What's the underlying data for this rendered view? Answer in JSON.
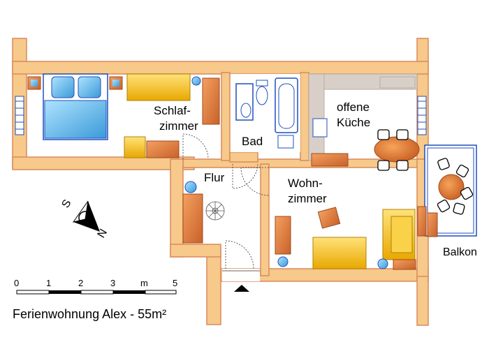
{
  "rooms": {
    "schlafzimmer_line1": "Schlaf-",
    "schlafzimmer_line2": "zimmer",
    "bad": "Bad",
    "kueche_line1": "offene",
    "kueche_line2": "Küche",
    "flur": "Flur",
    "wohnzimmer_line1": "Wohn-",
    "wohnzimmer_line2": "zimmer",
    "balkon": "Balkon"
  },
  "compass": {
    "south": "S",
    "north": "N"
  },
  "scale": {
    "ticks": [
      "0",
      "1",
      "2",
      "3",
      "m",
      "5"
    ]
  },
  "caption": "Ferienwohnung Alex - 55m²",
  "colors": {
    "wall": "#f7c98a",
    "wall_edge": "#d98a5e",
    "furniture_orange": "#e0793a",
    "furniture_yellow": "#f5c518",
    "fixture_blue": "#5aaee0",
    "bath_outline": "#1f4fbf",
    "kitchen_counter": "#d8d0c8"
  }
}
